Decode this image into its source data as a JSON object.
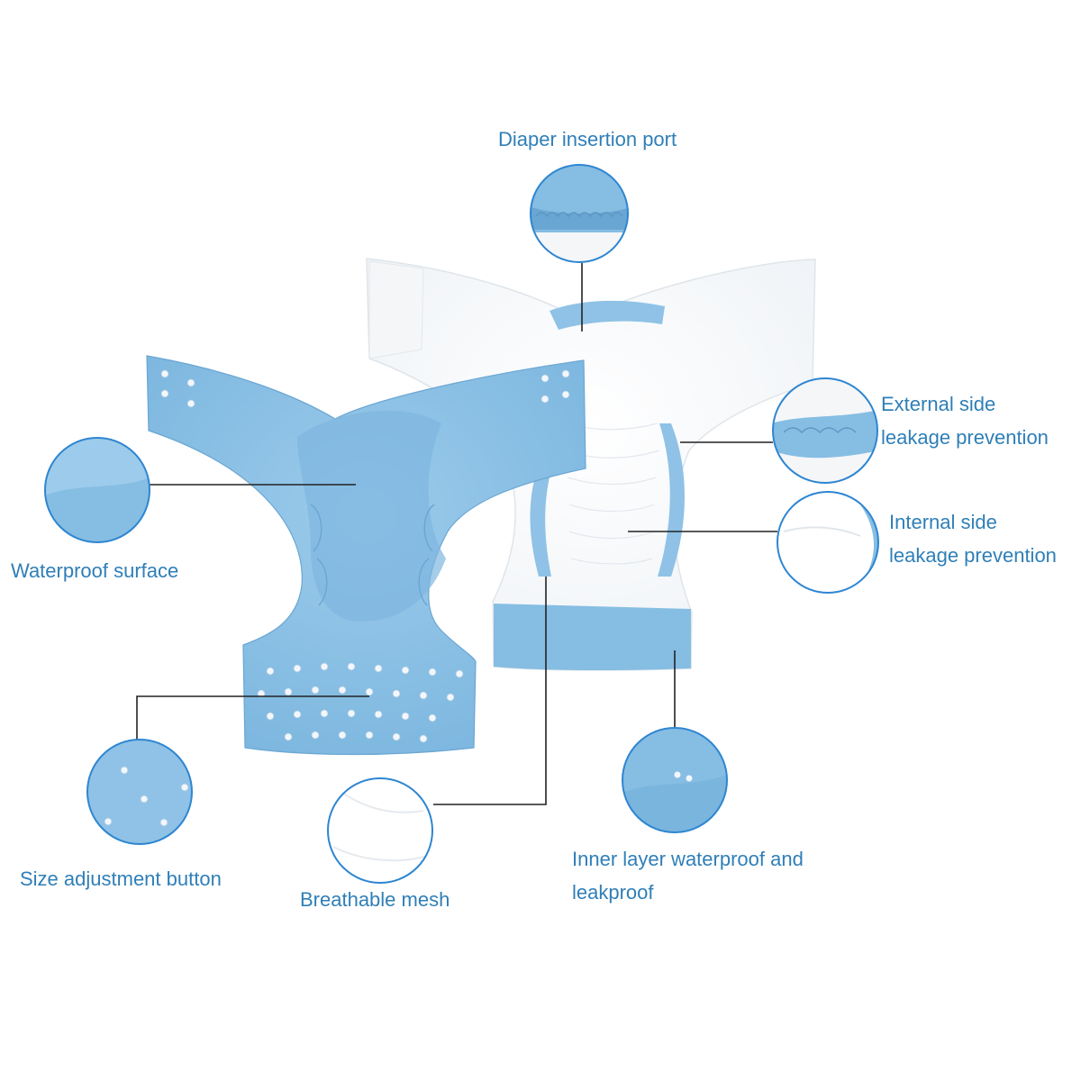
{
  "colors": {
    "label_text": "#2f7fb7",
    "leader_line": "#222222",
    "callout_ring": "#2e86d1",
    "diaper_blue": "#86bde3",
    "diaper_blue_shadow": "#6aa6d3",
    "diaper_white": "#ffffff",
    "snap_button": "#f3f7fb"
  },
  "labels": {
    "diaper_insertion_port": "Diaper insertion port",
    "external_side_line1": "External side",
    "external_side_line2": "leakage prevention",
    "internal_side_line1": "Internal side",
    "internal_side_line2": "leakage prevention",
    "waterproof_surface": "Waterproof surface",
    "size_adjustment_button": "Size adjustment button",
    "breathable_mesh": "Breathable mesh",
    "inner_layer_line1": "Inner layer waterproof and",
    "inner_layer_line2": "leakproof"
  },
  "icons": {
    "front_diaper": "blue-diaper-outer-view",
    "back_diaper": "white-diaper-inner-view",
    "zoom_insertion_port": "elastic-pocket-closeup",
    "zoom_external_side": "side-gusset-closeup",
    "zoom_internal_side": "inner-gusset-closeup",
    "zoom_waterproof_surface": "blue-fabric-closeup",
    "zoom_size_buttons": "snap-buttons-closeup",
    "zoom_breathable_mesh": "white-mesh-closeup",
    "zoom_inner_layer": "blue-lining-closeup"
  }
}
